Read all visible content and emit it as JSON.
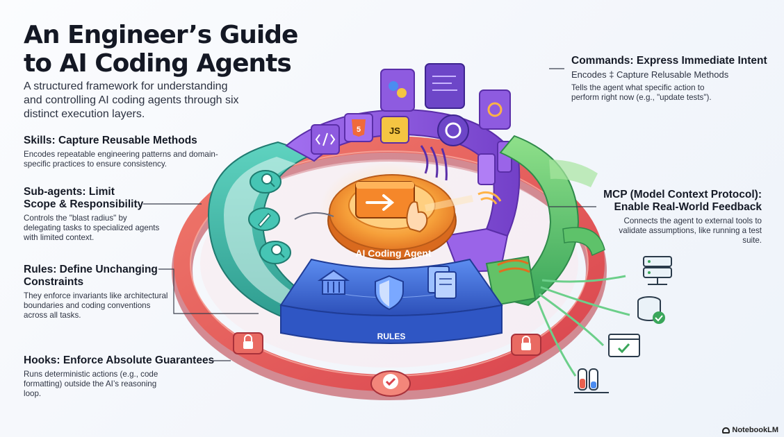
{
  "title": "An Engineer’s Guide to AI Coding Agents",
  "subtitle": "A structured framework for understanding and controlling AI coding agents through six distinct execution layers.",
  "center_label": "AI Coding Agent",
  "rules_label": "RULES",
  "annotations": {
    "skills": {
      "heading": "Skills: Capture Reusable Methods",
      "body": "Encodes repeatable engineering patterns and domain-specific practices to ensure consistency."
    },
    "subagents": {
      "heading": "Sub-agents: Limit Scope & Responsibility",
      "body": "Controls the \"blast radius\" by delegating tasks to specialized agents with limited context."
    },
    "rules": {
      "heading": "Rules: Define Unchanging Constraints",
      "body": "They enforce invariants like architectural boundaries and coding conventions across all tasks."
    },
    "hooks": {
      "heading": "Hooks: Enforce Absolute Guarantees",
      "body": "Runs deterministic actions (e.g., code formatting) outside the AI’s reasoning loop."
    },
    "commands": {
      "heading": "Commands: Express Immediate Intent",
      "subheading": "Encodes ‡ Capture Relusable Methods",
      "body": "Tells the agent what specific action to perform right now (e.g., \"update tests\")."
    },
    "mcp": {
      "heading": "MCP (Model Context Protocol): Enable Real-World Feedback",
      "body": "Connects the agent to external tools to validate assumptions, like running a test suite."
    }
  },
  "icon_labels": {
    "html": "5",
    "js": "JS"
  },
  "brand": "NotebookLM",
  "colors": {
    "hooks_ring": "#e0545a",
    "skills_ring": "#3fb7a6",
    "commands_ring": "#8a55d6",
    "mcp_ring": "#5ec26a",
    "rules_block": "#3a68d8",
    "core": "#f08a2c"
  }
}
